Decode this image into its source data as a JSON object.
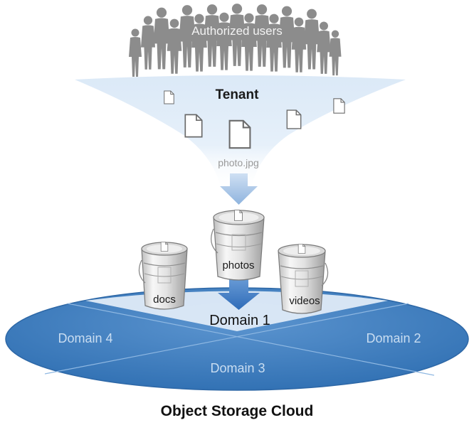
{
  "crowd": {
    "label": "Authorized users"
  },
  "tenant": {
    "label": "Tenant"
  },
  "file": {
    "name": "photo.jpg"
  },
  "buckets": {
    "photos": "photos",
    "docs": "docs",
    "videos": "videos"
  },
  "domains": {
    "d1": "Domain 1",
    "d2": "Domain 2",
    "d3": "Domain 3",
    "d4": "Domain 4"
  },
  "cloud": {
    "title": "Object Storage Cloud"
  },
  "colors": {
    "crowd": "#8c8c8c",
    "funnel": "#d7e7f6",
    "ellipse": "#3f7fc0",
    "ellipse_edge": "#2d67a6",
    "arrow": "#3a78c2"
  }
}
